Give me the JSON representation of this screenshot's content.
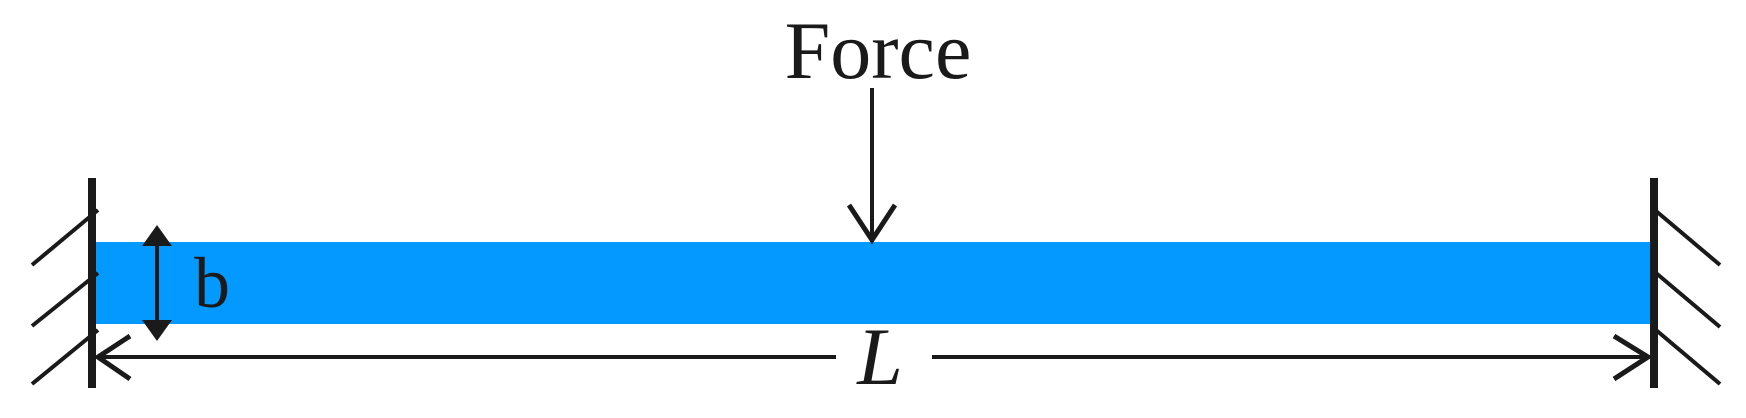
{
  "labels": {
    "force": "Force",
    "thickness": "b",
    "length": "L"
  },
  "colors": {
    "beam": "#0499ff",
    "ink": "#1a1a1a"
  }
}
